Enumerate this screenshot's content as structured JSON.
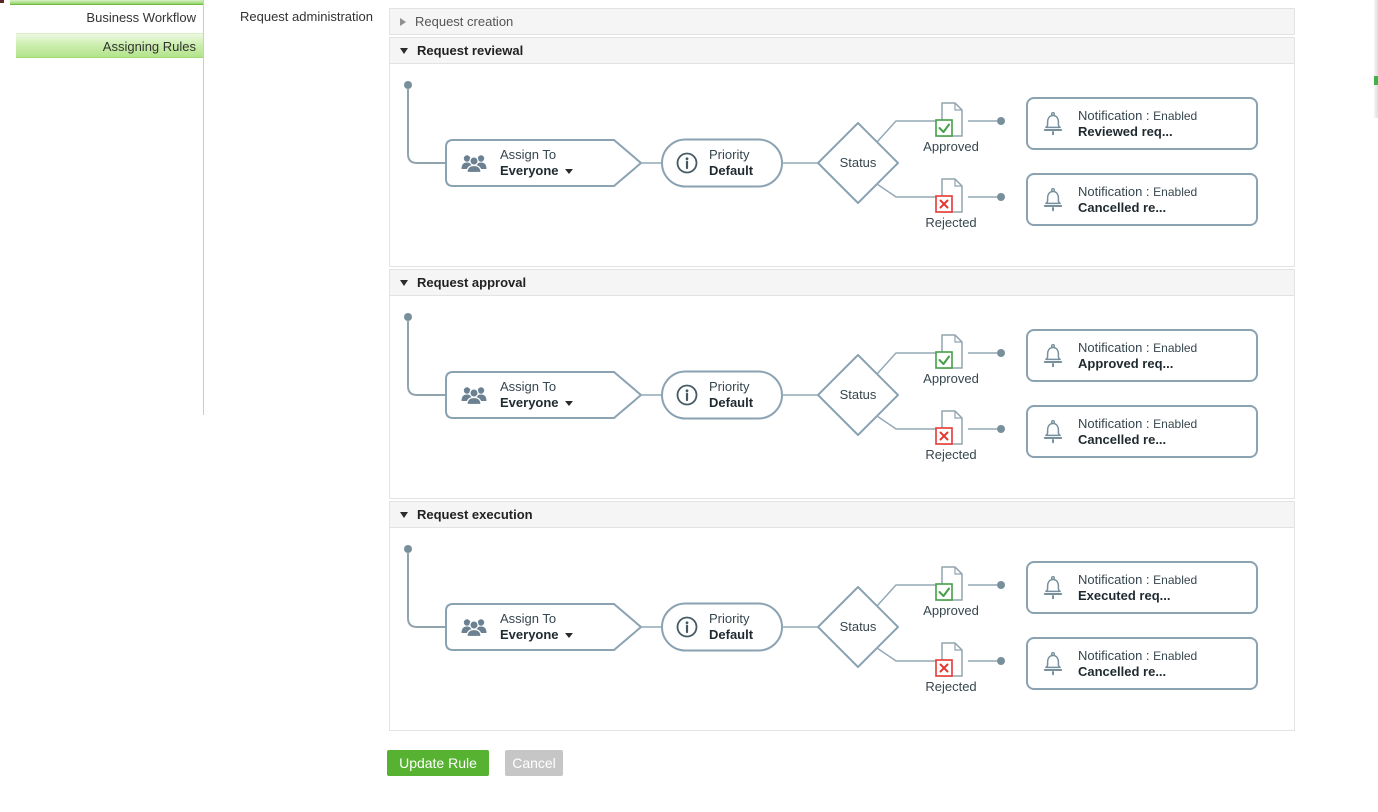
{
  "sidebar": {
    "items": [
      {
        "label": "Business Workflow",
        "active": false
      },
      {
        "label": "Assigning Rules",
        "active": true
      }
    ]
  },
  "page": {
    "title": "Request administration"
  },
  "accordion": {
    "sections": [
      {
        "title": "Request creation",
        "expanded": false
      },
      {
        "title": "Request reviewal",
        "expanded": true,
        "flow": {
          "assign": {
            "label": "Assign To",
            "value": "Everyone"
          },
          "priority": {
            "label": "Priority",
            "value": "Default"
          },
          "decision": {
            "label": "Status"
          },
          "branches": [
            {
              "outcome": "Approved",
              "notification": {
                "label": "Notification :",
                "state": "Enabled",
                "template": "Reviewed req..."
              }
            },
            {
              "outcome": "Rejected",
              "notification": {
                "label": "Notification :",
                "state": "Enabled",
                "template": "Cancelled re..."
              }
            }
          ]
        }
      },
      {
        "title": "Request approval",
        "expanded": true,
        "flow": {
          "assign": {
            "label": "Assign To",
            "value": "Everyone"
          },
          "priority": {
            "label": "Priority",
            "value": "Default"
          },
          "decision": {
            "label": "Status"
          },
          "branches": [
            {
              "outcome": "Approved",
              "notification": {
                "label": "Notification :",
                "state": "Enabled",
                "template": "Approved req..."
              }
            },
            {
              "outcome": "Rejected",
              "notification": {
                "label": "Notification :",
                "state": "Enabled",
                "template": "Cancelled re..."
              }
            }
          ]
        }
      },
      {
        "title": "Request execution",
        "expanded": true,
        "flow": {
          "assign": {
            "label": "Assign To",
            "value": "Everyone"
          },
          "priority": {
            "label": "Priority",
            "value": "Default"
          },
          "decision": {
            "label": "Status"
          },
          "branches": [
            {
              "outcome": "Approved",
              "notification": {
                "label": "Notification :",
                "state": "Enabled",
                "template": "Executed req..."
              }
            },
            {
              "outcome": "Rejected",
              "notification": {
                "label": "Notification :",
                "state": "Enabled",
                "template": "Cancelled re..."
              }
            }
          ]
        }
      }
    ]
  },
  "actions": {
    "update_label": "Update Rule",
    "cancel_label": "Cancel"
  },
  "icons": {
    "assignee_group": "people-icon",
    "priority_info": "info-icon",
    "decision": "diamond-shape",
    "approved": "document-check-icon",
    "rejected": "document-x-icon",
    "notification": "bell-icon",
    "dropdown": "caret-down-icon",
    "collapsed_arrow": "triangle-right-icon",
    "expanded_arrow": "triangle-down-icon"
  },
  "colors": {
    "accent_green": "#56b230",
    "cancel_gray": "#c6c6c6",
    "selected_item_green": "#b2e48a",
    "node_border": "#8aa2b2",
    "connector": "#93a9b7",
    "dot": "#78909c",
    "approved_green": "#43a047",
    "rejected_red": "#e53935",
    "header_bg": "#f5f5f5"
  }
}
